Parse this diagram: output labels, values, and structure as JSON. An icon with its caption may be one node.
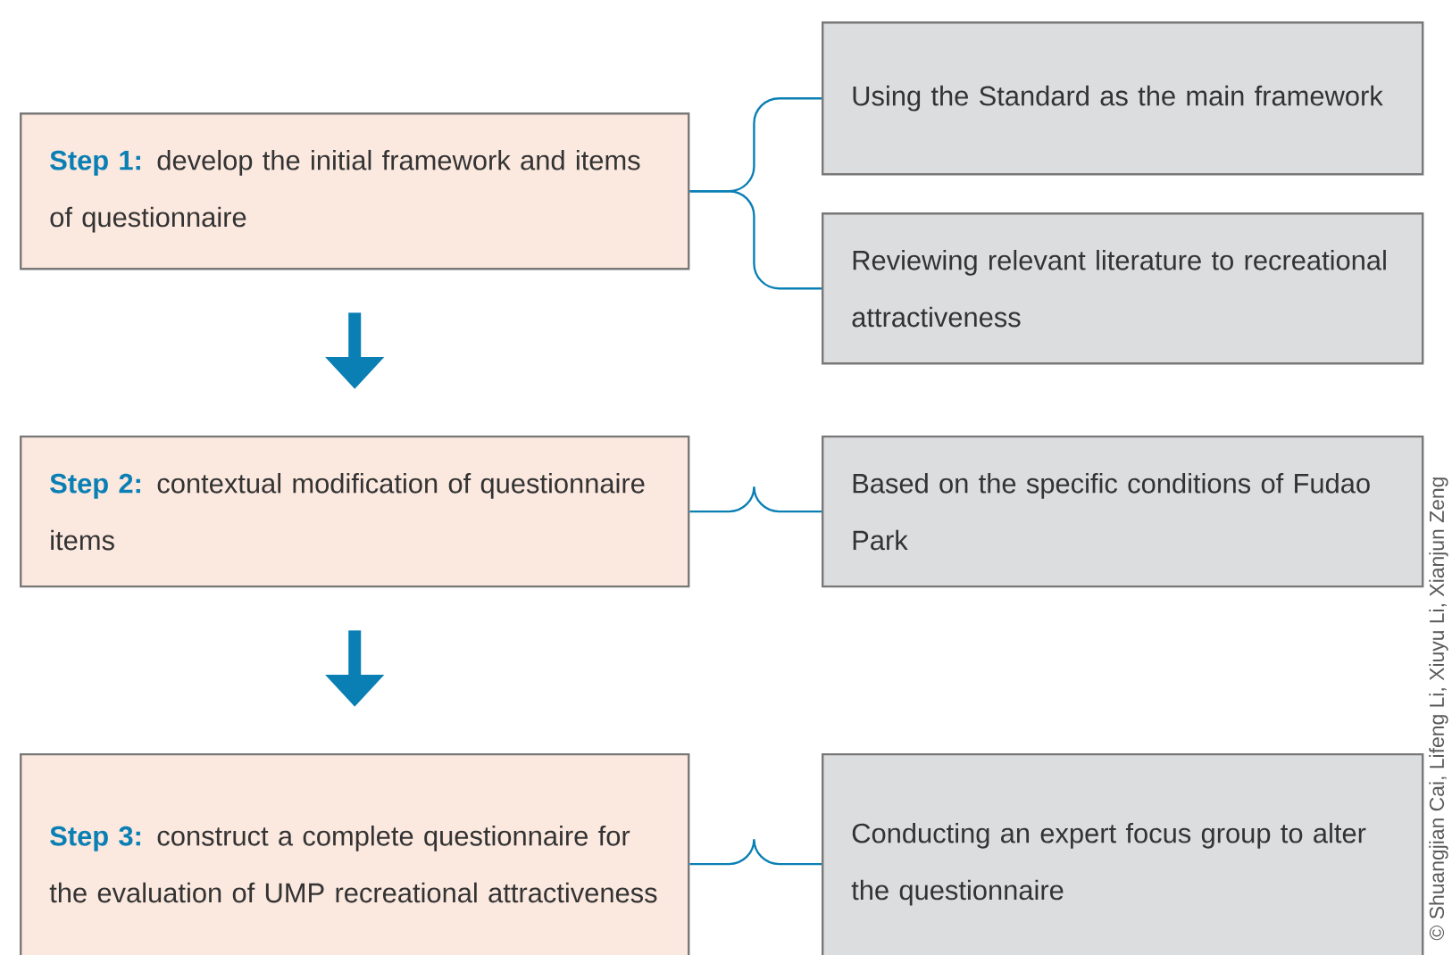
{
  "diagram": {
    "nodes": [
      {
        "text": [
          "Step 1:",
          "develop the initial framework and items of questionnaire"
        ]
      },
      {
        "text": [
          "Using the Standard as the main framework"
        ]
      },
      {
        "text": [
          "Reviewing relevant literature to recreational attractiveness"
        ]
      },
      {
        "text": [
          "Step 2:",
          "contextual modification of questionnaire items"
        ]
      },
      {
        "text": [
          "Based on the specific conditions of Fudao Park"
        ]
      },
      {
        "text": [
          "Step 3:",
          "construct a complete questionnaire for the evaluation of UMP recreational attractiveness"
        ]
      },
      {
        "text": [
          "Conducting an expert focus group to alter the questionnaire"
        ]
      }
    ],
    "edges": [
      {
        "from": 0,
        "to": 1,
        "arrow": "none"
      },
      {
        "from": 0,
        "to": 2,
        "arrow": "none"
      },
      {
        "from": 0,
        "to": 3,
        "arrow": "to",
        "style": "thick"
      },
      {
        "from": 3,
        "to": 4,
        "arrow": "none"
      },
      {
        "from": 3,
        "to": 5,
        "arrow": "to",
        "style": "thick"
      },
      {
        "from": 5,
        "to": 6,
        "arrow": "none"
      }
    ],
    "labels": [
      "© Shuangjian Cai, Lifeng Li, Xiuyu Li, Xianjun Zeng"
    ]
  }
}
